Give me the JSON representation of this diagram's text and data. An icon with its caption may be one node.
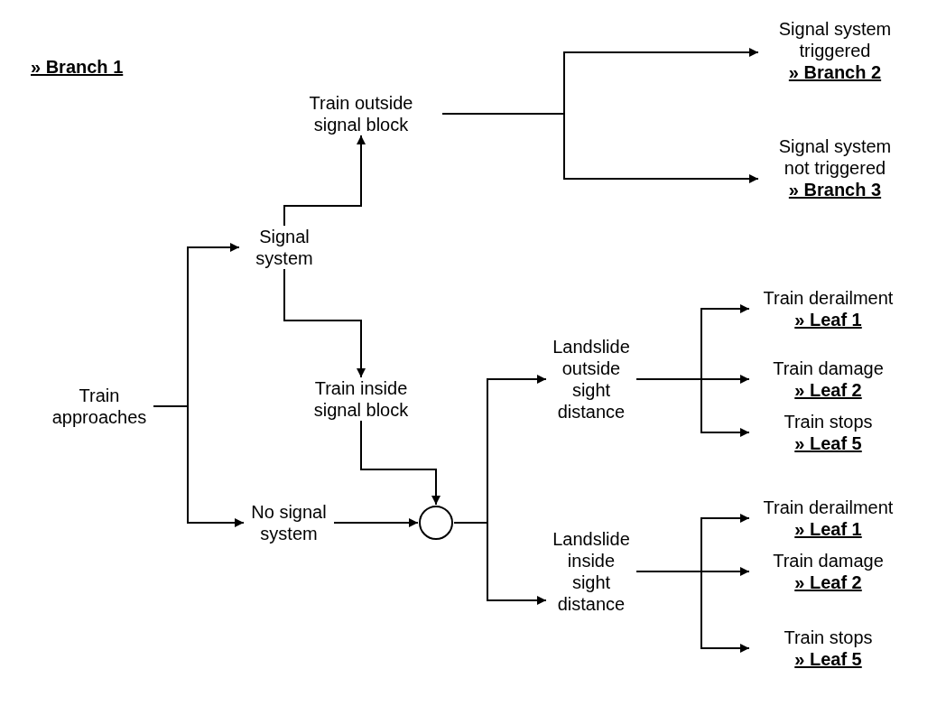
{
  "diagram": {
    "nodes": [
      {
        "text": [
          "Train approaches"
        ]
      },
      {
        "text": [
          "Signal system"
        ]
      },
      {
        "text": [
          "No signal system"
        ]
      },
      {
        "text": [
          "Train outside signal block"
        ]
      },
      {
        "text": [
          "Train inside signal block"
        ]
      },
      {
        "text": [],
        "shape": "circle"
      },
      {
        "text": [
          "Signal system triggered",
          "» Branch 2"
        ]
      },
      {
        "text": [
          "Signal system not triggered",
          "» Branch 3"
        ]
      },
      {
        "text": [
          "Landslide outside sight distance"
        ]
      },
      {
        "text": [
          "Landslide inside sight distance"
        ]
      },
      {
        "text": [
          "Train derailment",
          "» Leaf 1"
        ]
      },
      {
        "text": [
          "Train damage",
          "» Leaf 2"
        ]
      },
      {
        "text": [
          "Train stops",
          "» Leaf 5"
        ]
      },
      {
        "text": [
          "Train derailment",
          "» Leaf 1"
        ]
      },
      {
        "text": [
          "Train damage",
          "» Leaf 2"
        ]
      },
      {
        "text": [
          "Train stops",
          "» Leaf 5"
        ]
      }
    ],
    "edges": [
      {
        "from": 0,
        "to": 1,
        "arrow": "to"
      },
      {
        "from": 0,
        "to": 2,
        "arrow": "to"
      },
      {
        "from": 1,
        "to": 3,
        "arrow": "to"
      },
      {
        "from": 1,
        "to": 4,
        "arrow": "to"
      },
      {
        "from": 3,
        "to": 6,
        "arrow": "to"
      },
      {
        "from": 3,
        "to": 7,
        "arrow": "to"
      },
      {
        "from": 4,
        "to": 5,
        "arrow": "to"
      },
      {
        "from": 2,
        "to": 5,
        "arrow": "to"
      },
      {
        "from": 5,
        "to": 8,
        "arrow": "to"
      },
      {
        "from": 5,
        "to": 9,
        "arrow": "to"
      },
      {
        "from": 8,
        "to": 10,
        "arrow": "to"
      },
      {
        "from": 8,
        "to": 11,
        "arrow": "to"
      },
      {
        "from": 8,
        "to": 12,
        "arrow": "to"
      },
      {
        "from": 9,
        "to": 13,
        "arrow": "to"
      },
      {
        "from": 9,
        "to": 14,
        "arrow": "to"
      },
      {
        "from": 9,
        "to": 15,
        "arrow": "to"
      }
    ],
    "labels": [
      "» Branch 1"
    ]
  }
}
